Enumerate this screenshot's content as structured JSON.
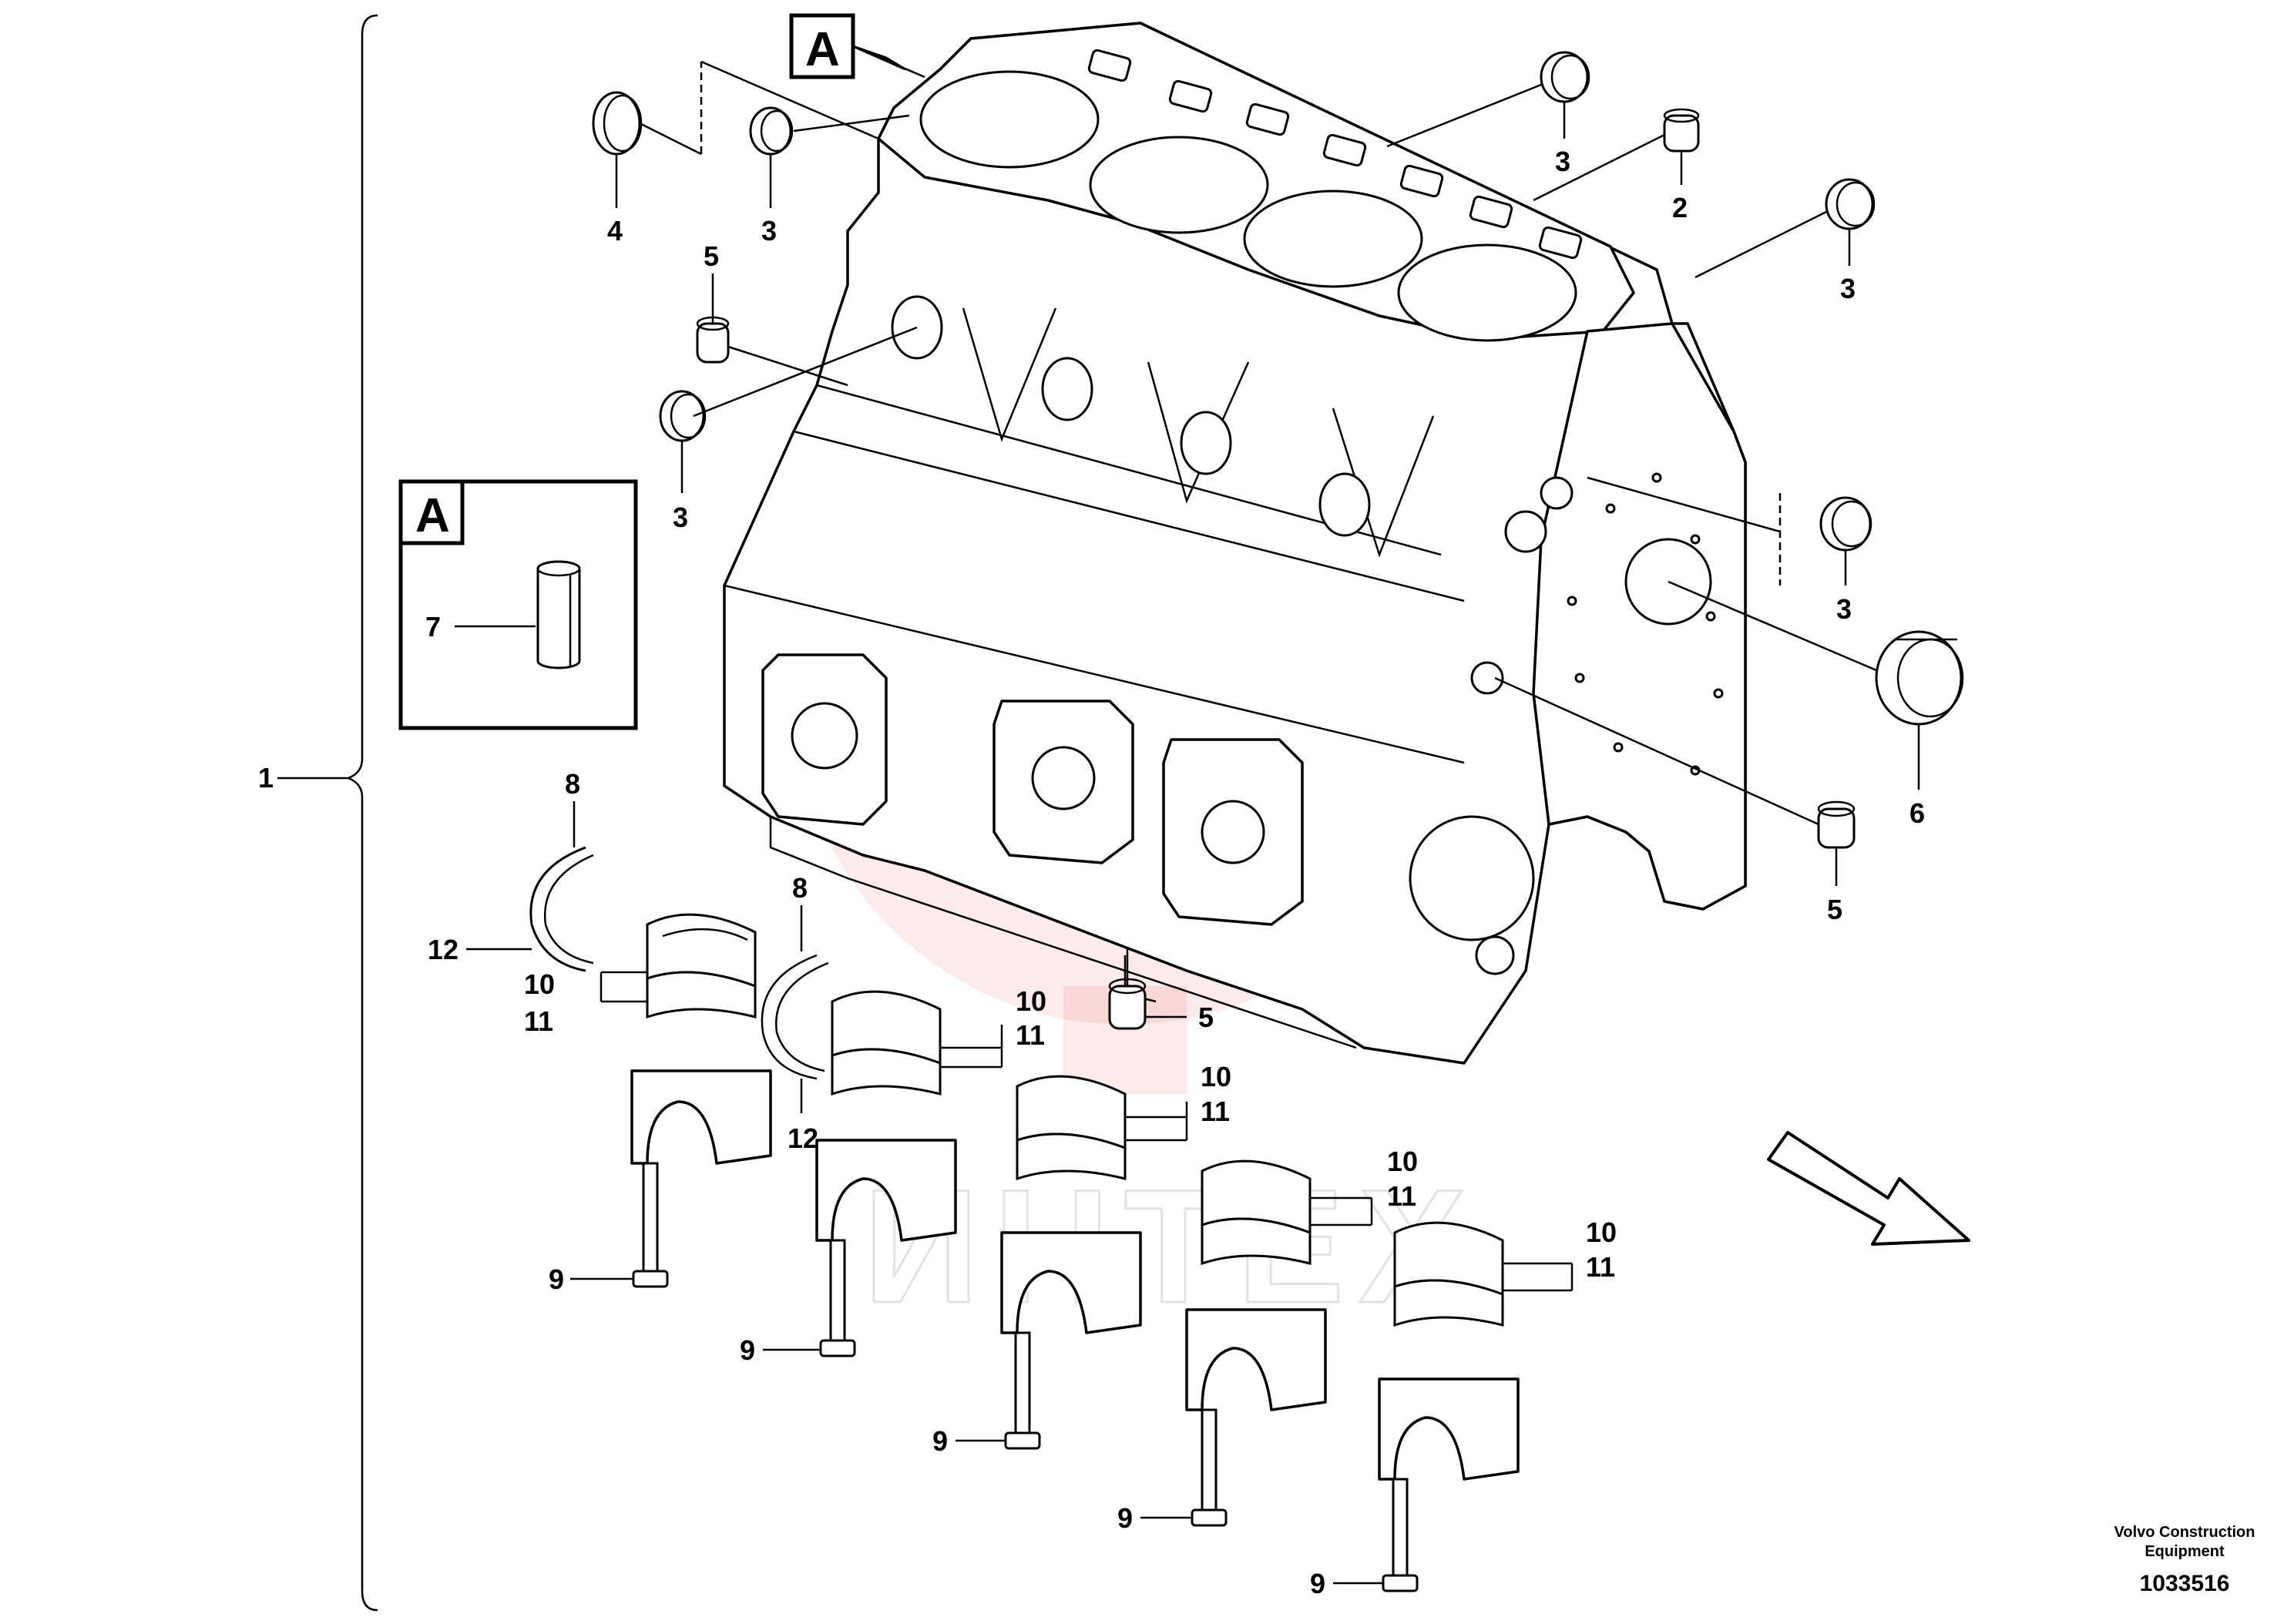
{
  "callouts": {
    "detail_flag_top": "A",
    "detail_box_title": "A"
  },
  "labels": {
    "assembly": "1",
    "plug_top_right": "2",
    "plug_3a": "3",
    "plug_3b": "3",
    "plug_3c": "3",
    "plug_3d": "3",
    "plug_3e": "3",
    "plug_4": "4",
    "plug_5a": "5",
    "plug_5b": "5",
    "plug_5c": "5",
    "seal_6": "6",
    "dowel_7": "7",
    "thrust_8a": "8",
    "thrust_8b": "8",
    "screw_9a": "9",
    "screw_9b": "9",
    "screw_9c": "9",
    "screw_9d": "9",
    "screw_9e": "9",
    "bearing_10a": "10",
    "bearing_11a": "11",
    "bearing_10b": "10",
    "bearing_11b": "11",
    "bearing_10c": "10",
    "bearing_11c": "11",
    "bearing_10d": "10",
    "bearing_11d": "11",
    "bearing_10e": "10",
    "bearing_11e": "11",
    "thrust_12a": "12",
    "thrust_12b": "12"
  },
  "footer": {
    "company_line1": "Volvo Construction",
    "company_line2": "Equipment",
    "drawing_number": "1033516"
  },
  "watermark": {
    "text": "ИНТЕХ",
    "color": "#e53935"
  },
  "colors": {
    "line": "#000000",
    "background": "#ffffff"
  }
}
